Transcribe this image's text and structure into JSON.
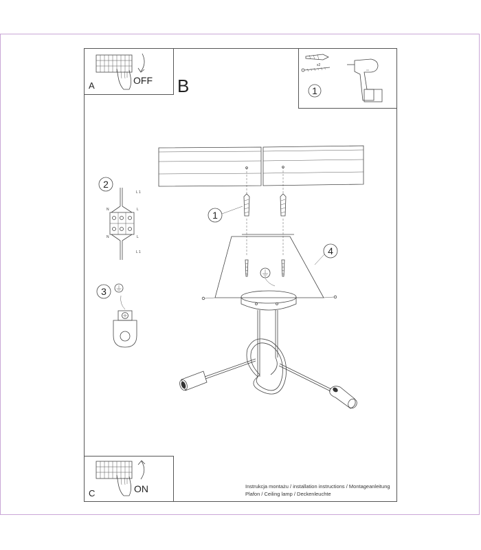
{
  "panels": {
    "a": {
      "letter": "A",
      "action": "OFF"
    },
    "b": {
      "letter": "B"
    },
    "c": {
      "letter": "C",
      "action": "ON"
    },
    "tools": {
      "step": "1",
      "quantity": "x2"
    }
  },
  "callouts": {
    "anchor": "1",
    "connector": "2",
    "ground": "3",
    "canopy": "4"
  },
  "wiring_labels": {
    "live_top": "L 1",
    "neutral_top": "N",
    "live_right_top": "L",
    "neutral_bottom": "N",
    "live_right_bottom": "L",
    "live_bottom": "L 1"
  },
  "caption": {
    "line1": "Instrukcja montażu / installation instructions / Montageanleitung",
    "line2": "Plafon / Ceiling lamp / Deckenleuchte"
  },
  "icons": [
    "terminal-block-icon",
    "hand-icon",
    "rotate-arrow-icon",
    "wall-plug-icon",
    "screw-icon",
    "drill-icon",
    "ground-symbol-icon"
  ]
}
